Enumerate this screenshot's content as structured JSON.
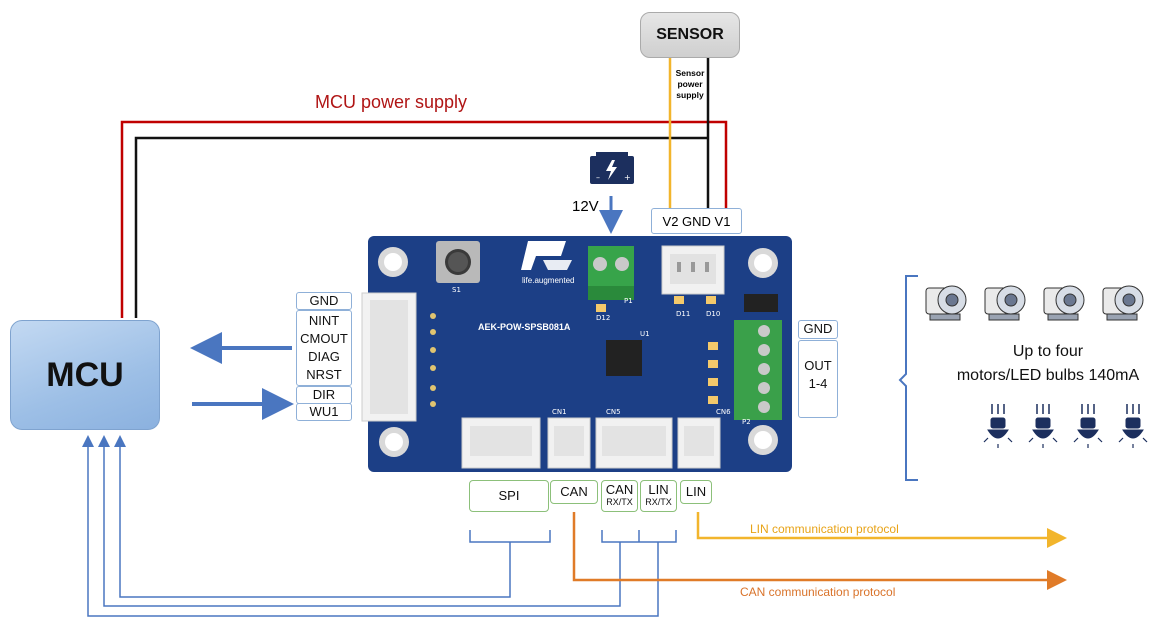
{
  "mcu_label": "MCU",
  "sensor_label": "SENSOR",
  "mcu_power_label": "MCU power supply",
  "sensor_power_label": [
    "Sensor",
    "power",
    "supply"
  ],
  "battery_voltage": "12V",
  "header_pins": "V2 GND V1",
  "board": {
    "brand_text": "life.augmented",
    "model": "AEK-POW-SPSB081A",
    "silk": [
      "S1",
      "P1",
      "D12",
      "D11",
      "D10",
      "U1",
      "CN1",
      "CN5",
      "CN6",
      "P2"
    ]
  },
  "left_pins": [
    "GND",
    "NINT",
    "CMOUT",
    "DIAG",
    "NRST",
    "DIR",
    "WU1"
  ],
  "right_pins": {
    "gnd": "GND",
    "out_line1": "OUT",
    "out_line2": "1-4"
  },
  "bottom_conn": {
    "spi": "SPI",
    "can": "CAN",
    "can_rx": "CAN",
    "can_rx_sub": "RX/TX",
    "lin_rx": "LIN",
    "lin_rx_sub": "RX/TX",
    "lin": "LIN"
  },
  "protocols": {
    "lin": "LIN communication protocol",
    "can": "CAN communication protocol"
  },
  "loads": {
    "line1": "Up to four",
    "line2": "motors/LED bulbs 140mA"
  },
  "colors": {
    "red_wire": "#c00000",
    "black_wire": "#111111",
    "yellow_wire": "#f2b52c",
    "blue_wire": "#4a76c0",
    "orange_wire": "#e07b28",
    "board_blue": "#1c3f86",
    "lin_text": "#e8a317",
    "can_text": "#d9732a",
    "mcu_power_text": "#b01515"
  }
}
